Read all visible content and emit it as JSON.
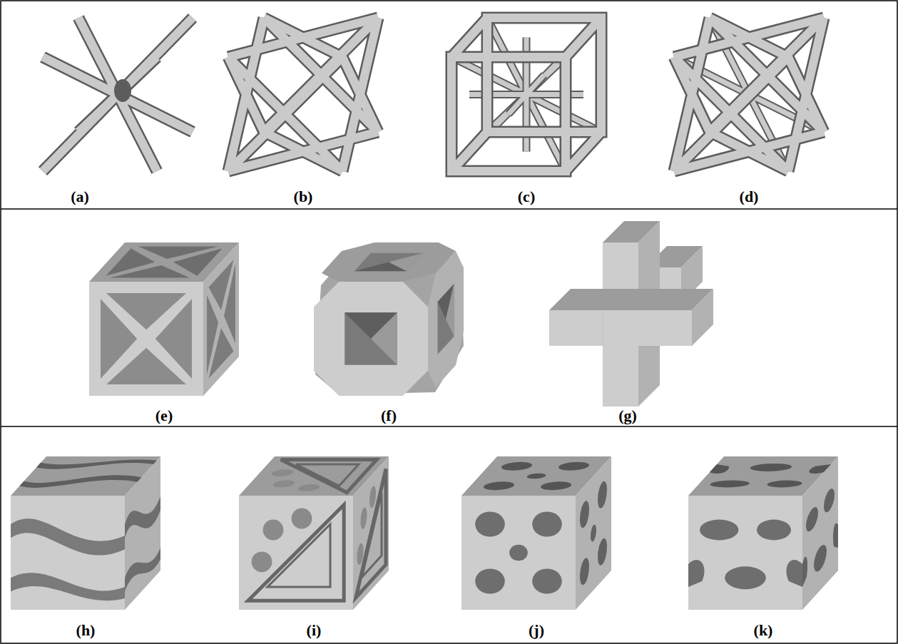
{
  "diagram": {
    "labels": [
      "(a)",
      "(b)",
      "(c)",
      "(d)",
      "(e)",
      "(f)",
      "(g)",
      "(h)",
      "(i)",
      "(j)",
      "(k)"
    ]
  }
}
